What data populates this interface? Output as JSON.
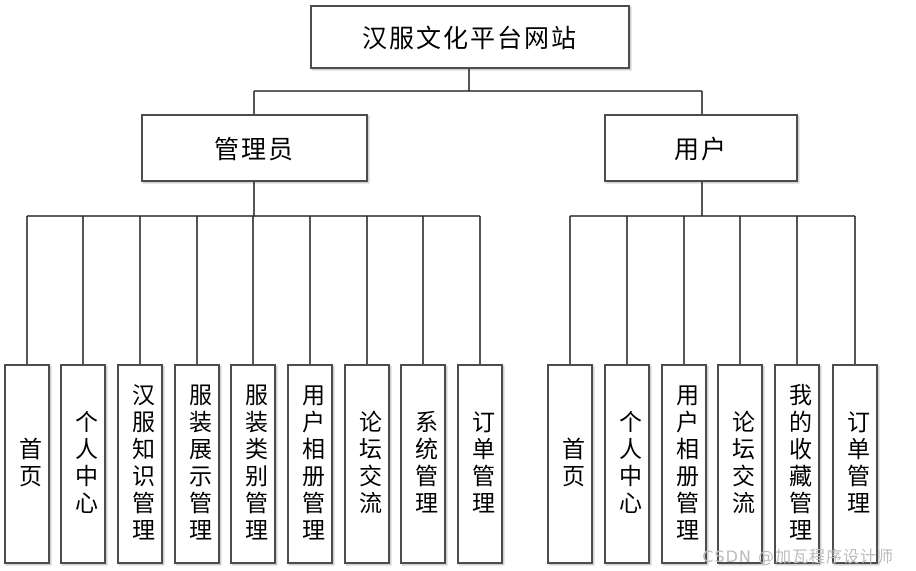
{
  "diagram": {
    "title": "汉服文化平台网站",
    "root": {
      "label": "汉服文化平台网站"
    },
    "branches": [
      {
        "label": "管理员",
        "children": [
          "首页",
          "个人中心",
          "汉服知识管理",
          "服装展示管理",
          "服装类别管理",
          "用户相册管理",
          "论坛交流",
          "系统管理",
          "订单管理"
        ]
      },
      {
        "label": "用户",
        "children": [
          "首页",
          "个人中心",
          "用户相册管理",
          "论坛交流",
          "我的收藏管理",
          "订单管理"
        ]
      }
    ]
  },
  "watermark": {
    "text": "CSDN @加瓦程序设计师"
  },
  "colors": {
    "background": "#ffffff",
    "box_fill": "#ffffff",
    "box_border": "#4d4d4d",
    "connector": "#2b2b2b",
    "watermark": "#bcbcbc"
  }
}
